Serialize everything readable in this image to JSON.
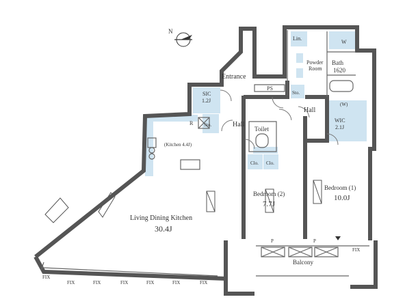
{
  "plan": {
    "north_marker": "N",
    "rooms": {
      "entrance": "Entrance",
      "sic": {
        "name": "SIC",
        "size": "1.2J"
      },
      "ps": "PS",
      "hall_upper": "Hall",
      "hall_left": "Hall",
      "sto_sic": "Sto.",
      "sto_bath": "Sto.",
      "lin": "Lin.",
      "w_bath": "W",
      "powder": {
        "line1": "Powder",
        "line2": "Room"
      },
      "bath": {
        "name": "Bath",
        "size": "1620"
      },
      "toilet": "Toilet",
      "wic": {
        "name": "WIC",
        "size": "2.1J",
        "tag": "(W)"
      },
      "kitchen": "(Kitchen 4.4J)",
      "r_marker": "R",
      "ldk": {
        "name": "Living Dining Kitchen",
        "size": "30.4J"
      },
      "bed2": {
        "name": "Bedroom (2)",
        "size": "7.7J"
      },
      "bed1": {
        "name": "Bedroom (1)",
        "size": "10.0J"
      },
      "clo_a": "Clo.",
      "clo_b": "Clo.",
      "balcony": "Balcony",
      "p_a": "P",
      "p_b": "P"
    },
    "fix_labels": [
      "FIX",
      "FIX",
      "FIX",
      "FIX",
      "FIX",
      "FIX",
      "FIX",
      "FIX"
    ]
  }
}
